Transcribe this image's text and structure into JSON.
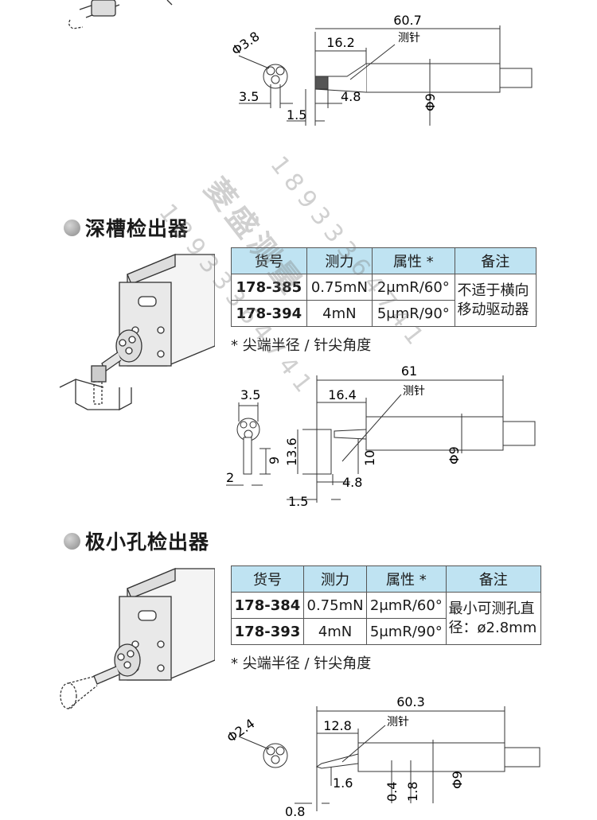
{
  "diagram1": {
    "dim_total": "60.7",
    "dim_tip": "16.2",
    "stylus_label": "测针",
    "dim_dia": "Φ3.8",
    "dim_a": "3.5",
    "dim_b": "4.8",
    "dim_c": "1.5",
    "dim_shaft": "Φ9"
  },
  "deep_groove": {
    "title": "深槽检出器",
    "headers": [
      "货号",
      "测力",
      "属性 *",
      "备注"
    ],
    "rows": [
      {
        "part": "178-385",
        "force": "0.75mN",
        "prop": "2μmR/60°"
      },
      {
        "part": "178-394",
        "force": "4mN",
        "prop": "5μmR/90°"
      }
    ],
    "note_line1": "不适于横向",
    "note_line2": "移动驱动器",
    "footnote": "* 尖端半径 / 针尖角度"
  },
  "diagram2": {
    "dim_total": "61",
    "dim_tip": "16.4",
    "stylus_label": "测针",
    "dim_top": "3.5",
    "dim_9": "9",
    "dim_136": "13.6",
    "dim_10": "10",
    "dim_2": "2",
    "dim_48": "4.8",
    "dim_15": "1.5",
    "dim_shaft": "Φ9"
  },
  "small_hole": {
    "title": "极小孔检出器",
    "headers": [
      "货号",
      "测力",
      "属性 *",
      "备注"
    ],
    "rows": [
      {
        "part": "178-384",
        "force": "0.75mN",
        "prop": "2μmR/60°"
      },
      {
        "part": "178-393",
        "force": "4mN",
        "prop": "5μmR/90°"
      }
    ],
    "note_line1": "最小可测孔直",
    "note_line2": "径：ø2.8mm",
    "footnote": "* 尖端半径 / 针尖角度"
  },
  "diagram3": {
    "dim_total": "60.3",
    "dim_tip": "12.8",
    "stylus_label": "测针",
    "dim_dia": "Φ2.4",
    "dim_16": "1.6",
    "dim_04": "0.4",
    "dim_18": "1.8",
    "dim_08": "0.8",
    "dim_shaft": "Φ9"
  },
  "watermark": {
    "phone": "18933364741",
    "brand": "菱盛测量"
  }
}
